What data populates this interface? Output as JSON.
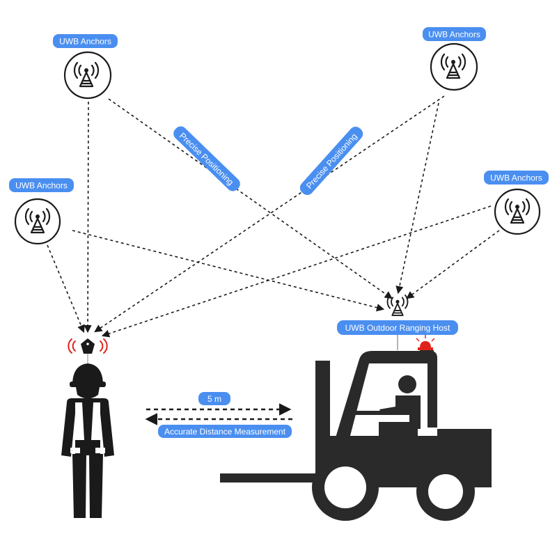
{
  "colors": {
    "label_bg": "#4a8ff0",
    "label_text": "#ffffff",
    "ink": "#2a2a2a",
    "signal_red": "#e0221b",
    "dash": "#1a1a1a"
  },
  "labels": {
    "anchor_top_left": "UWB Anchors",
    "anchor_top_right": "UWB Anchors",
    "anchor_mid_left": "UWB Anchors",
    "anchor_mid_right": "UWB Anchors",
    "precise_left": "Precise Positioning",
    "precise_right": "Precise Positioning",
    "host": "UWB Outdoor Ranging Host",
    "distance_value": "5 m",
    "distance_caption": "Accurate Distance Measurement"
  },
  "icons": {
    "anchor": "antenna-tower-icon",
    "host": "antenna-tower-icon",
    "tag": "uwb-tag-icon",
    "worker": "construction-worker-icon",
    "forklift": "forklift-icon",
    "beacon": "warning-beacon-icon"
  }
}
